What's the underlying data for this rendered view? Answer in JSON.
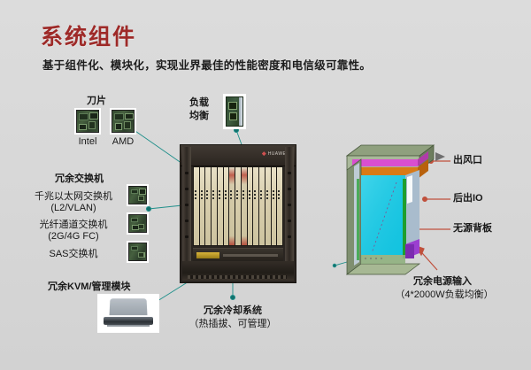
{
  "slide": {
    "title": "系统组件",
    "subtitle": "基于组件化、模块化，实现业界最佳的性能密度和电信级可靠性。",
    "background_color": "#d9d9d9",
    "title_color": "#9e2a28",
    "connector_color": "#1f8f8a",
    "pointer_color": "#c0503c"
  },
  "left_labels": {
    "blade": {
      "heading": "刀片",
      "items": [
        "Intel",
        "AMD"
      ]
    },
    "switches": {
      "heading": "冗余交换机",
      "items": [
        {
          "line1": "千兆以太网交换机",
          "line2": "(L2/VLAN)"
        },
        {
          "line1": "光纤通道交换机",
          "line2": "(2G/4G FC)"
        },
        {
          "line1": "SAS交换机",
          "line2": ""
        }
      ]
    },
    "kvm": {
      "heading": "冗余KVM/管理模块"
    }
  },
  "top_labels": {
    "load_balance": {
      "line1": "负载",
      "line2": "均衡"
    }
  },
  "bottom_labels": {
    "cooling": {
      "heading": "冗余冷却系统",
      "detail": "（热插拔、可管理）"
    },
    "power": {
      "heading": "冗余电源输入",
      "detail": "（4*2000W负载均衡）"
    }
  },
  "right_labels": [
    {
      "text": "出风口"
    },
    {
      "text": "后出IO"
    },
    {
      "text": "无源背板"
    }
  ],
  "chassis": {
    "brand": "HUAWEI",
    "blade_count": 15
  }
}
